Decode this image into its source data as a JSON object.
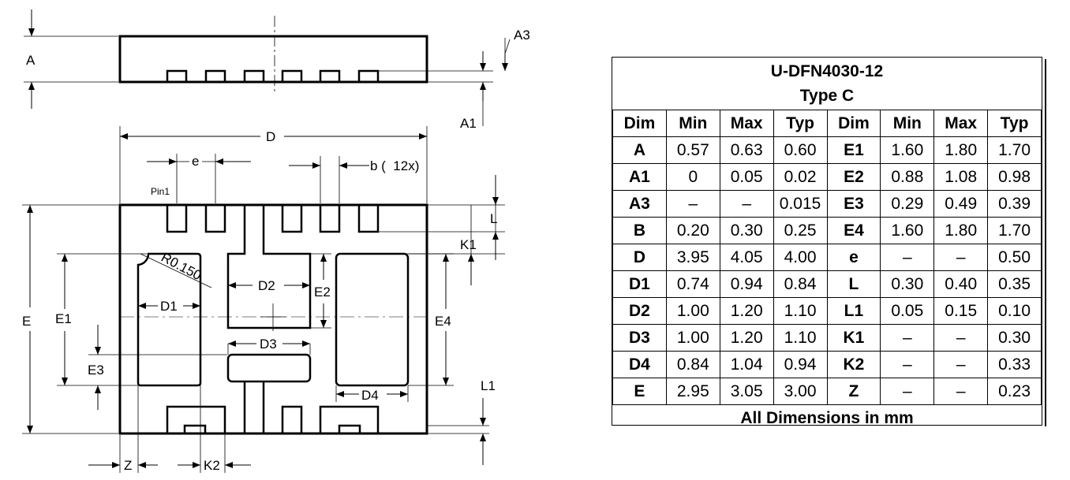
{
  "drawing": {
    "labels": {
      "A": "A",
      "A1": "A1",
      "A3": "A3",
      "D": "D",
      "e": "e",
      "b": "b (  12x)",
      "pin1": "Pin1",
      "L": "L",
      "K1": "K1",
      "R": "R0.150",
      "D1": "D1",
      "D2": "D2",
      "E2": "E2",
      "E": "E",
      "E1": "E1",
      "E4": "E4",
      "D3": "D3",
      "E3": "E3",
      "D4": "D4",
      "L1": "L1",
      "Z": "Z",
      "K2": "K2"
    }
  },
  "table": {
    "title": "U-DFN4030-12",
    "subtitle": "Type C",
    "headers": [
      "Dim",
      "Min",
      "Max",
      "Typ",
      "Dim",
      "Min",
      "Max",
      "Typ"
    ],
    "rows": [
      [
        "A",
        "0.57",
        "0.63",
        "0.60",
        "E1",
        "1.60",
        "1.80",
        "1.70"
      ],
      [
        "A1",
        "0",
        "0.05",
        "0.02",
        "E2",
        "0.88",
        "1.08",
        "0.98"
      ],
      [
        "A3",
        "–",
        "–",
        "0.015",
        "E3",
        "0.29",
        "0.49",
        "0.39"
      ],
      [
        "B",
        "0.20",
        "0.30",
        "0.25",
        "E4",
        "1.60",
        "1.80",
        "1.70"
      ],
      [
        "D",
        "3.95",
        "4.05",
        "4.00",
        "e",
        "–",
        "–",
        "0.50"
      ],
      [
        "D1",
        "0.74",
        "0.94",
        "0.84",
        "L",
        "0.30",
        "0.40",
        "0.35"
      ],
      [
        "D2",
        "1.00",
        "1.20",
        "1.10",
        "L1",
        "0.05",
        "0.15",
        "0.10"
      ],
      [
        "D3",
        "1.00",
        "1.20",
        "1.10",
        "K1",
        "–",
        "–",
        "0.30"
      ],
      [
        "D4",
        "0.84",
        "1.04",
        "0.94",
        "K2",
        "–",
        "–",
        "0.33"
      ],
      [
        "E",
        "2.95",
        "3.05",
        "3.00",
        "Z",
        "–",
        "–",
        "0.23"
      ]
    ],
    "footer": "All Dimensions in mm"
  }
}
